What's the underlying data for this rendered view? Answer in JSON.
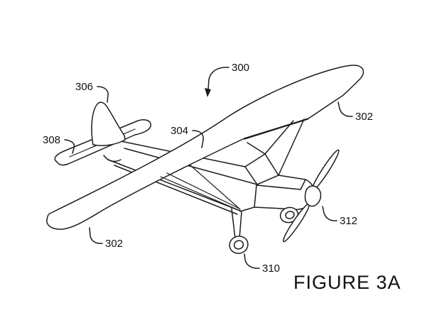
{
  "figure": {
    "caption": "FIGURE 3A",
    "background_color": "#ffffff",
    "line_color": "#1c1c1c",
    "reference_labels": {
      "aircraft": "300",
      "wing_right": "302",
      "wing_left": "302",
      "fuselage": "304",
      "vertical_stabilizer": "306",
      "horizontal_stabilizer": "308",
      "landing_gear": "310",
      "propeller": "312"
    }
  }
}
